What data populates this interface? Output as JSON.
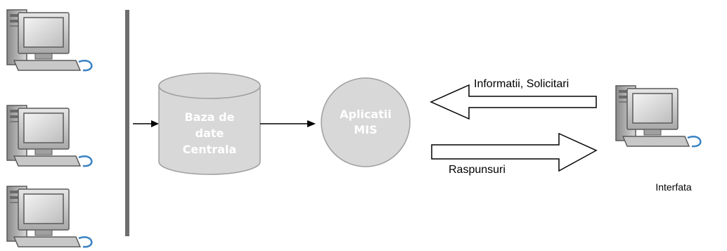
{
  "database": {
    "lines": [
      "Baza de",
      "date",
      "Centrala"
    ]
  },
  "application": {
    "lines": [
      "Aplicatii",
      "MIS"
    ]
  },
  "arrows": {
    "incoming_label": "Informatii, Solicitari",
    "outgoing_label": "Raspunsuri"
  },
  "interface_label": "Interfata",
  "icons": {
    "workstation": "desktop-computer-icon"
  },
  "colors": {
    "shape_fill": "#d8d8d8",
    "shape_stroke": "#9e9e9e",
    "bus": "#6e6e6e",
    "cable": "#3a82c4"
  }
}
